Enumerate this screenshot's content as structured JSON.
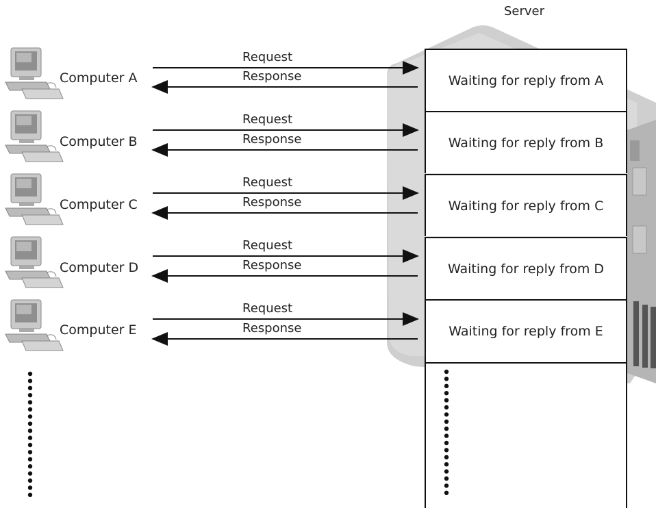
{
  "server": {
    "title": "Server"
  },
  "computers": [
    {
      "label": "Computer A",
      "request": "Request",
      "response": "Response",
      "status": "Waiting for reply from A"
    },
    {
      "label": "Computer B",
      "request": "Request",
      "response": "Response",
      "status": "Waiting for reply from B"
    },
    {
      "label": "Computer C",
      "request": "Request",
      "response": "Response",
      "status": "Waiting for reply from C"
    },
    {
      "label": "Computer D",
      "request": "Request",
      "response": "Response",
      "status": "Waiting for reply from D"
    },
    {
      "label": "Computer E",
      "request": "Request",
      "response": "Response",
      "status": "Waiting for reply from E"
    }
  ]
}
